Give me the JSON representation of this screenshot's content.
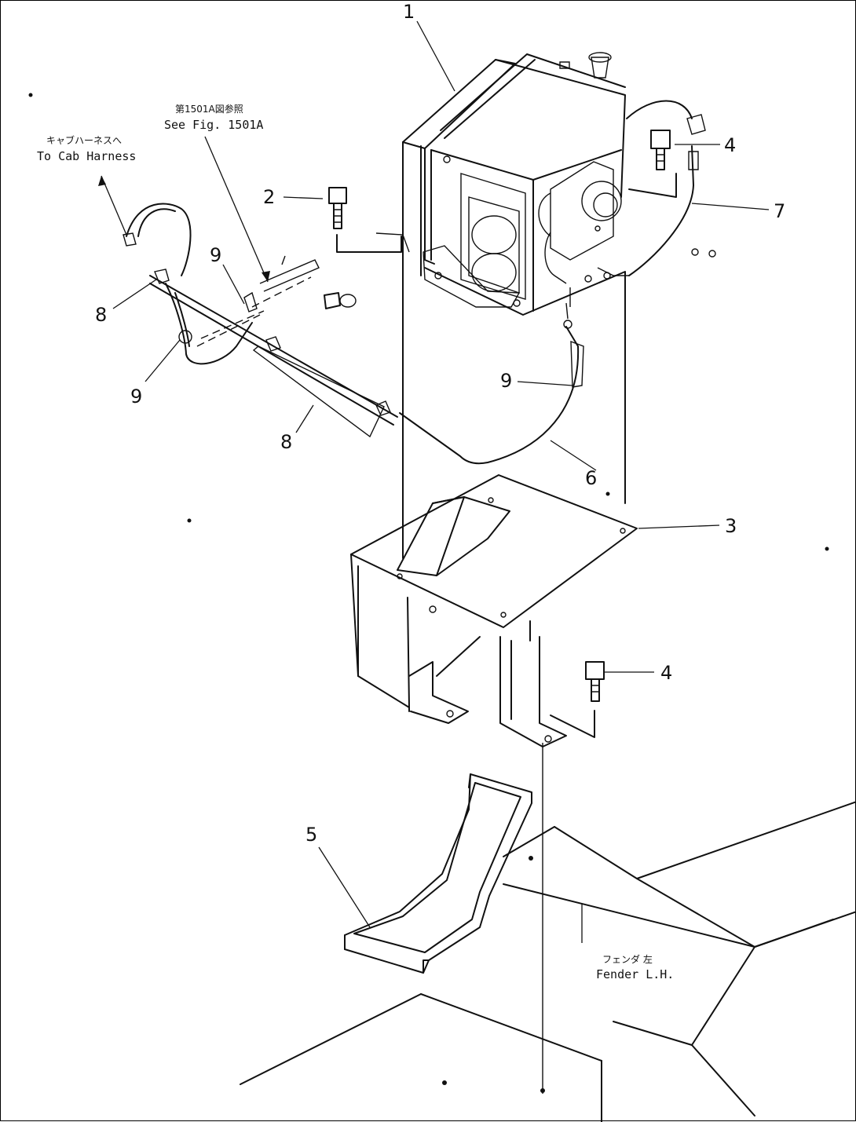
{
  "callouts": {
    "c1": "1",
    "c2": "2",
    "c3": "3",
    "c4a": "4",
    "c4b": "4",
    "c5": "5",
    "c6": "6",
    "c7": "7",
    "c8a": "8",
    "c8b": "8",
    "c9a": "9",
    "c9b": "9",
    "c9c": "9"
  },
  "notes": {
    "see_fig_jp": "第1501A図参照",
    "see_fig_en": "See Fig. 1501A",
    "to_cab_jp": "キャブハーネスへ",
    "to_cab_en": "To Cab Harness",
    "fender_jp": "フェンダ 左",
    "fender_en": "Fender L.H."
  }
}
